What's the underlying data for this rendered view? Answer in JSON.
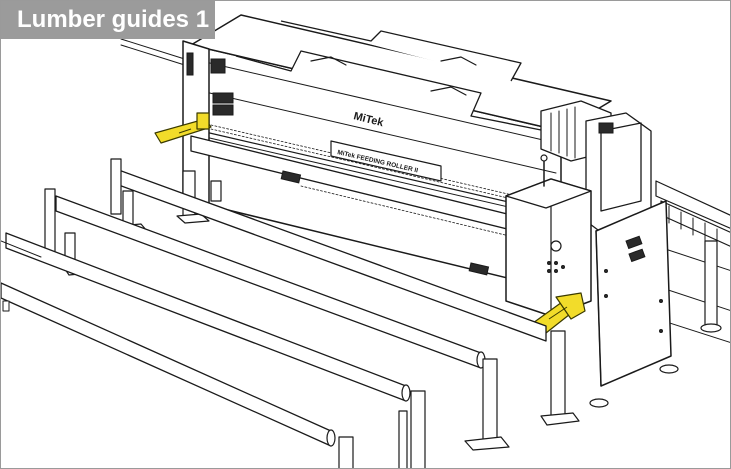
{
  "figure": {
    "title": "Lumber guides 1",
    "machine_brand": "MiTek",
    "panel_label": "MiTek FEEDING ROLLER II",
    "accent_color": "#f2dc2a",
    "tab_color": "#9b9b9b"
  }
}
